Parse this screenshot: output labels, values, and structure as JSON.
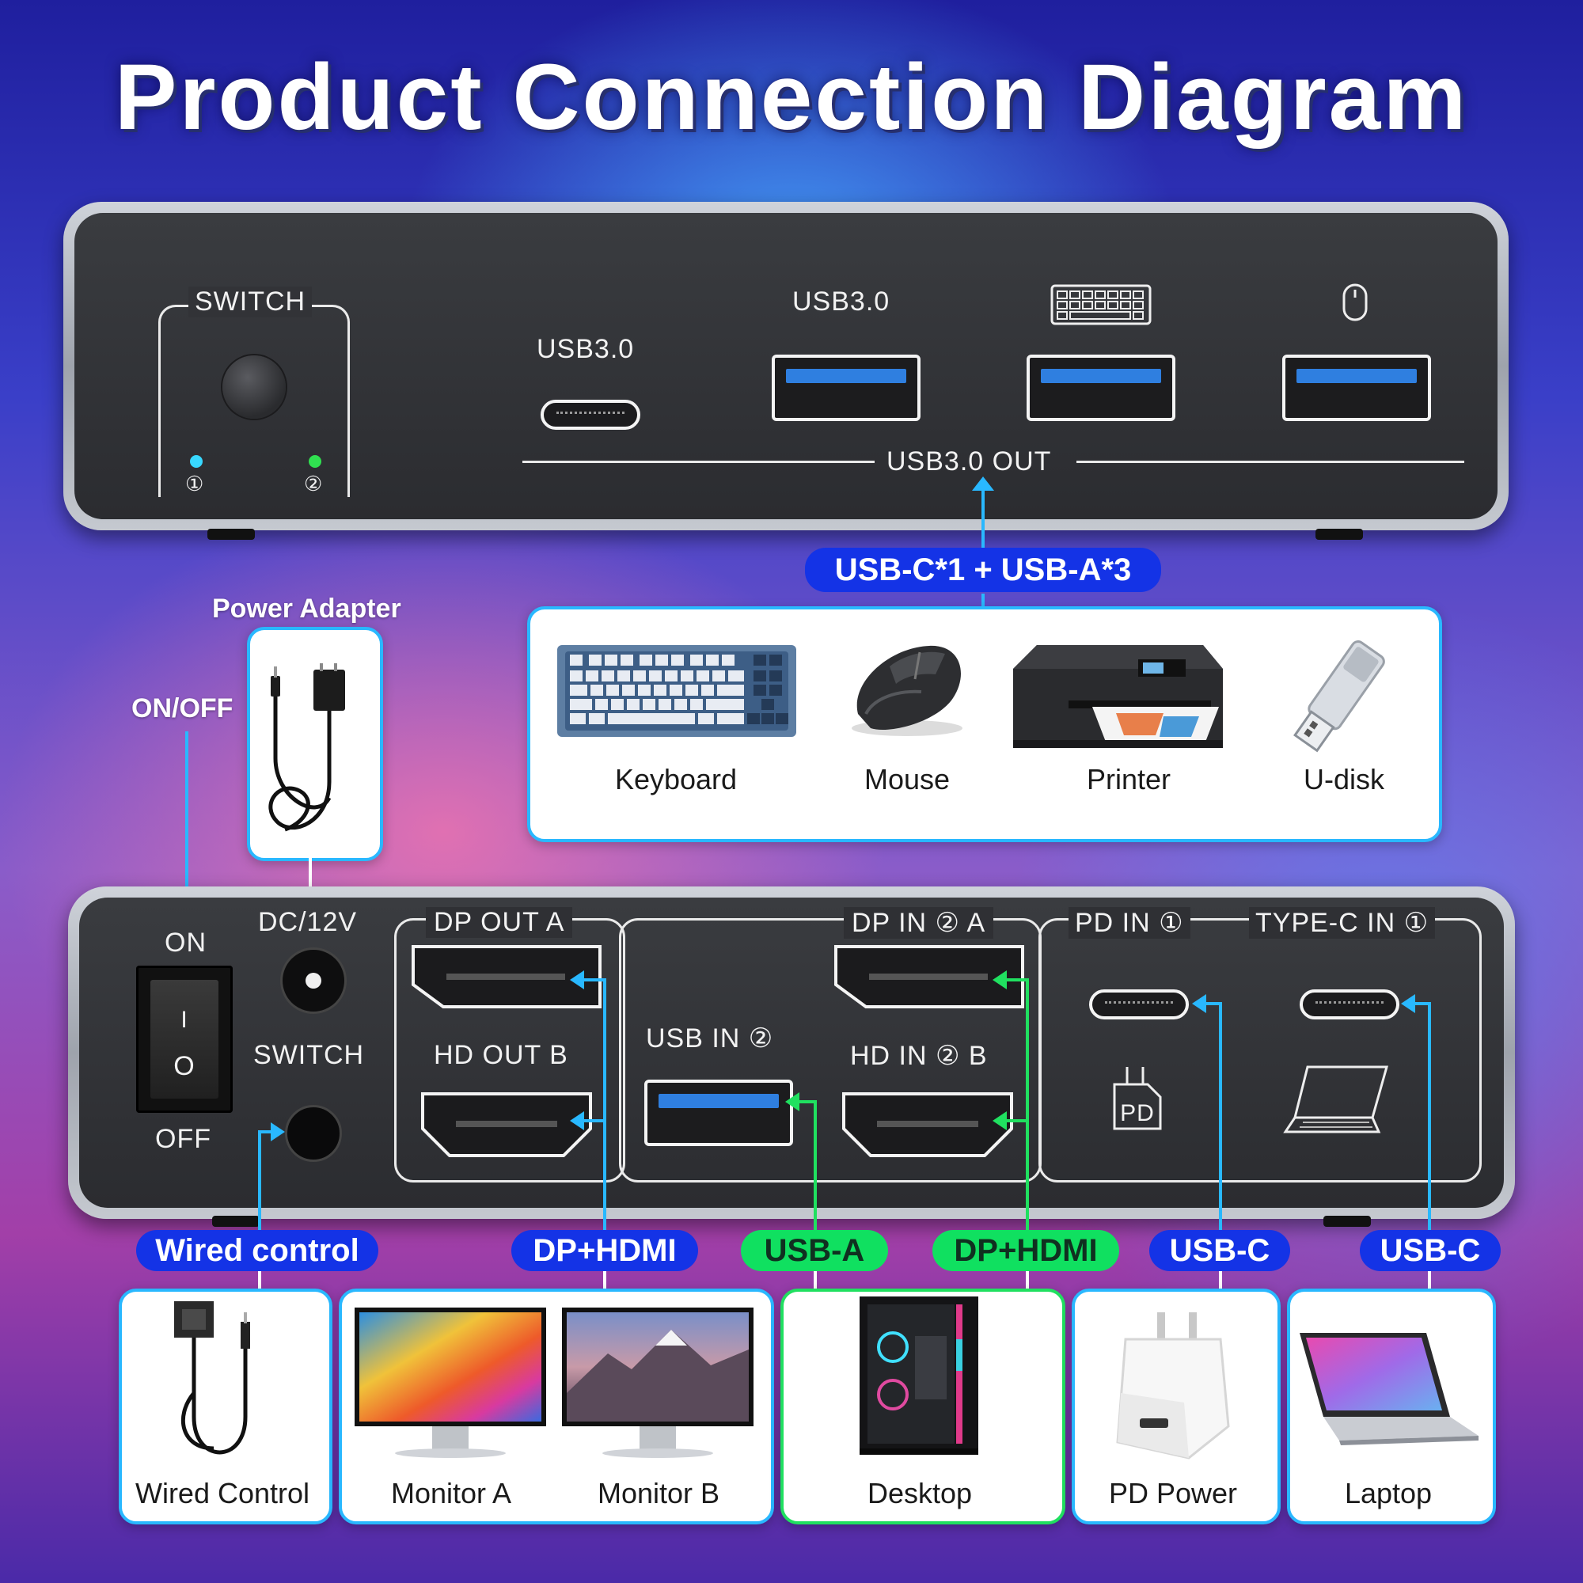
{
  "title": "Product Connection Diagram",
  "front_panel": {
    "switch_label": "SWITCH",
    "led1": "①",
    "led2": "②",
    "usbc_label": "USB3.0",
    "usba_label": "USB3.0",
    "out_label": "USB3.0 OUT"
  },
  "front_badge": "USB-C*1 + USB-A*3",
  "front_devices": [
    {
      "label": "Keyboard"
    },
    {
      "label": "Mouse"
    },
    {
      "label": "Printer"
    },
    {
      "label": "U-disk"
    }
  ],
  "power": {
    "adapter_label": "Power Adapter",
    "onoff_label": "ON/OFF"
  },
  "rear_panel": {
    "on": "ON",
    "off": "OFF",
    "dc": "DC/12V",
    "switch": "SWITCH",
    "dp_out_a": "DP OUT A",
    "hd_out_b": "HD OUT B",
    "dp_in2_a": "DP IN ② A",
    "usb_in2": "USB IN ②",
    "hd_in2_b": "HD IN ② B",
    "pd_in1": "PD IN ①",
    "typec_in1": "TYPE-C IN ①",
    "pd_icon_text": "PD",
    "switch_on_glyph": "I",
    "switch_off_glyph": "O"
  },
  "bottom_badges": {
    "wired": "Wired control",
    "dphdmi_out": "DP+HDMI",
    "usba": "USB-A",
    "dphdmi_in": "DP+HDMI",
    "usbc_pd": "USB-C",
    "usbc_laptop": "USB-C"
  },
  "bottom_devices": {
    "wired_control": "Wired Control",
    "monitor_a": "Monitor A",
    "monitor_b": "Monitor B",
    "desktop": "Desktop",
    "pd_power": "PD Power",
    "laptop": "Laptop"
  },
  "colors": {
    "blue_link": "#29b8ff",
    "green_link": "#20e060",
    "badge_blue": "#1433e6",
    "badge_green": "#10e060"
  }
}
